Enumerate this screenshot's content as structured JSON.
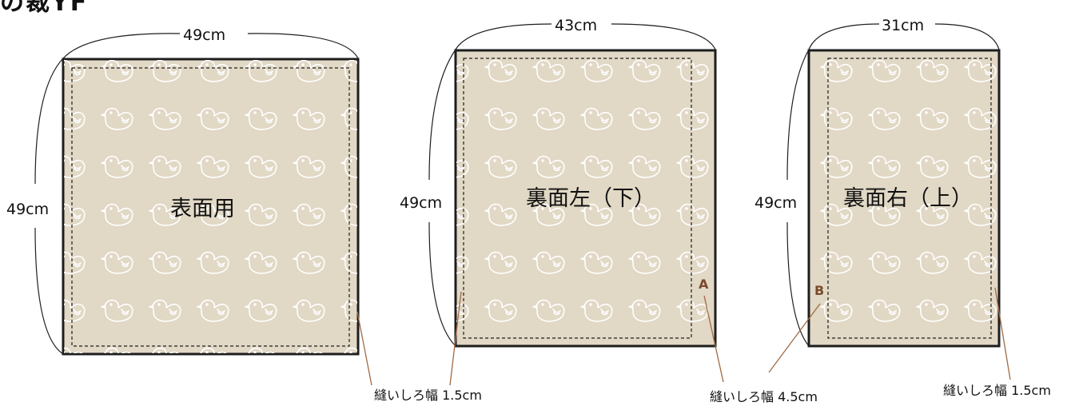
{
  "heading": "の裁YF",
  "colors": {
    "fabric": "#e1d8c5",
    "outline": "#1e1e1e",
    "pointer": "#a06a45",
    "marker": "#7a4a2b"
  },
  "pattern": {
    "icon": "bird-icon"
  },
  "panels": [
    {
      "title": "表面用",
      "width_label": "49cm",
      "height_label": "49cm"
    },
    {
      "title": "裏面左（下）",
      "width_label": "43cm",
      "height_label": "49cm",
      "marker": "A"
    },
    {
      "title": "裏面右（上）",
      "width_label": "31cm",
      "height_label": "49cm",
      "marker": "B"
    }
  ],
  "notes": [
    "縫いしろ幅 1.5cm",
    "縫いしろ幅 4.5cm",
    "縫いしろ幅 1.5cm"
  ]
}
